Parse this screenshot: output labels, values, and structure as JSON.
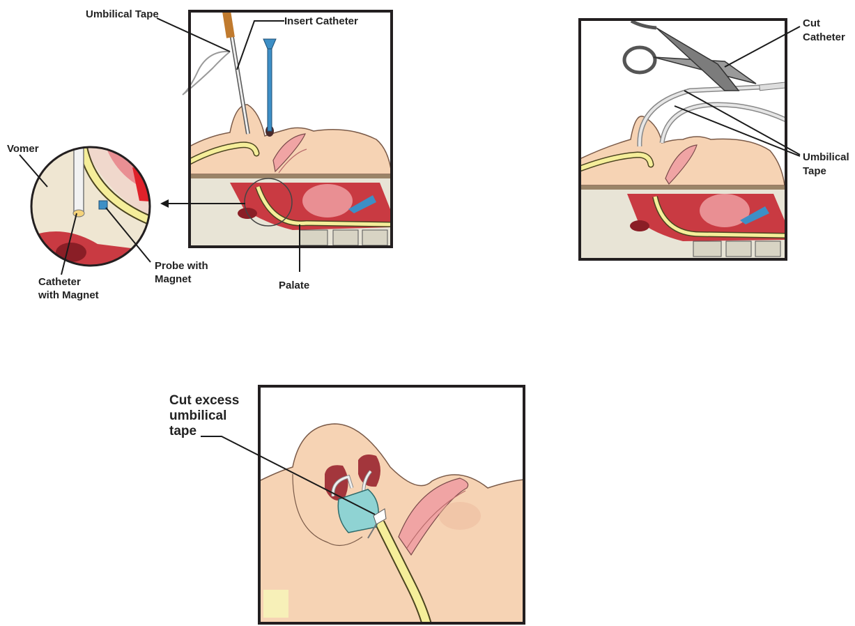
{
  "labels": {
    "umbilical_tape_top": "Umbilical Tape",
    "insert_catheter": "Insert Catheter",
    "vomer": "Vomer",
    "catheter_with_magnet_1": "Catheter",
    "catheter_with_magnet_2": "with Magnet",
    "probe_with_magnet_1": "Probe with",
    "probe_with_magnet_2": "Magnet",
    "palate": "Palate",
    "cut_catheter_1": "Cut",
    "cut_catheter_2": "Catheter",
    "umbilical_tape_right_1": "Umbilical",
    "umbilical_tape_right_2": "Tape",
    "cut_excess_1": "Cut excess",
    "cut_excess_2": "umbilical",
    "cut_excess_3": "tape"
  },
  "colors": {
    "skin": "#f6d3b4",
    "skin_shadow": "#eab59a",
    "lip": "#f0a4a4",
    "tissue_red": "#c93a42",
    "tissue_pink": "#e98f93",
    "bone": "#e8e4d6",
    "catheter_yellow": "#f5ee9a",
    "probe_blue": "#3d8fc6",
    "clip_teal": "#8fd3d3",
    "frame": "#231f20"
  }
}
